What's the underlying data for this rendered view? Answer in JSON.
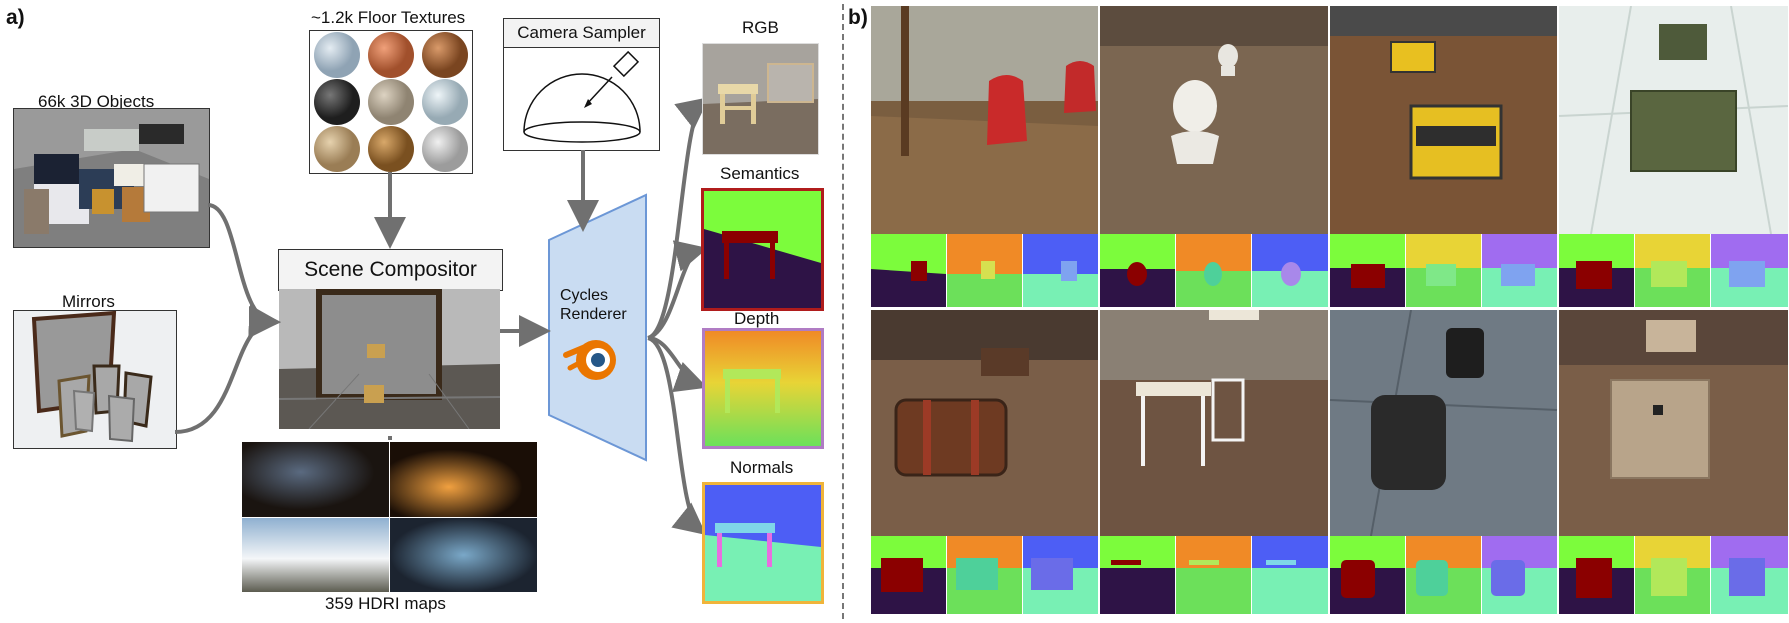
{
  "panel_a": {
    "label": "a)",
    "objects_label": "66k 3D Objects",
    "mirrors_label": "Mirrors",
    "textures_label": "~1.2k Floor Textures",
    "camera_label": "Camera Sampler",
    "compositor_label": "Scene Compositor",
    "hdri_label": "359 HDRI maps",
    "renderer_line1": "Cycles",
    "renderer_line2": "Renderer",
    "outputs": [
      {
        "label": "RGB",
        "border": "#dddddd"
      },
      {
        "label": "Semantics",
        "border": "#b01c1c"
      },
      {
        "label": "Depth",
        "border": "#b07cc4"
      },
      {
        "label": "Normals",
        "border": "#f0b43a"
      }
    ]
  },
  "panel_b": {
    "label": "b)"
  },
  "colors": {
    "arrow": "#707070",
    "renderer_fill": "#c9dcf2",
    "renderer_stroke": "#6c97d6",
    "semantic_bg": "#7cfc3c",
    "semantic_floor": "#2e1346",
    "semantic_obj": "#8b0000",
    "normal_bg": "#4d5ef5",
    "normal_floor": "#78f0b4"
  }
}
